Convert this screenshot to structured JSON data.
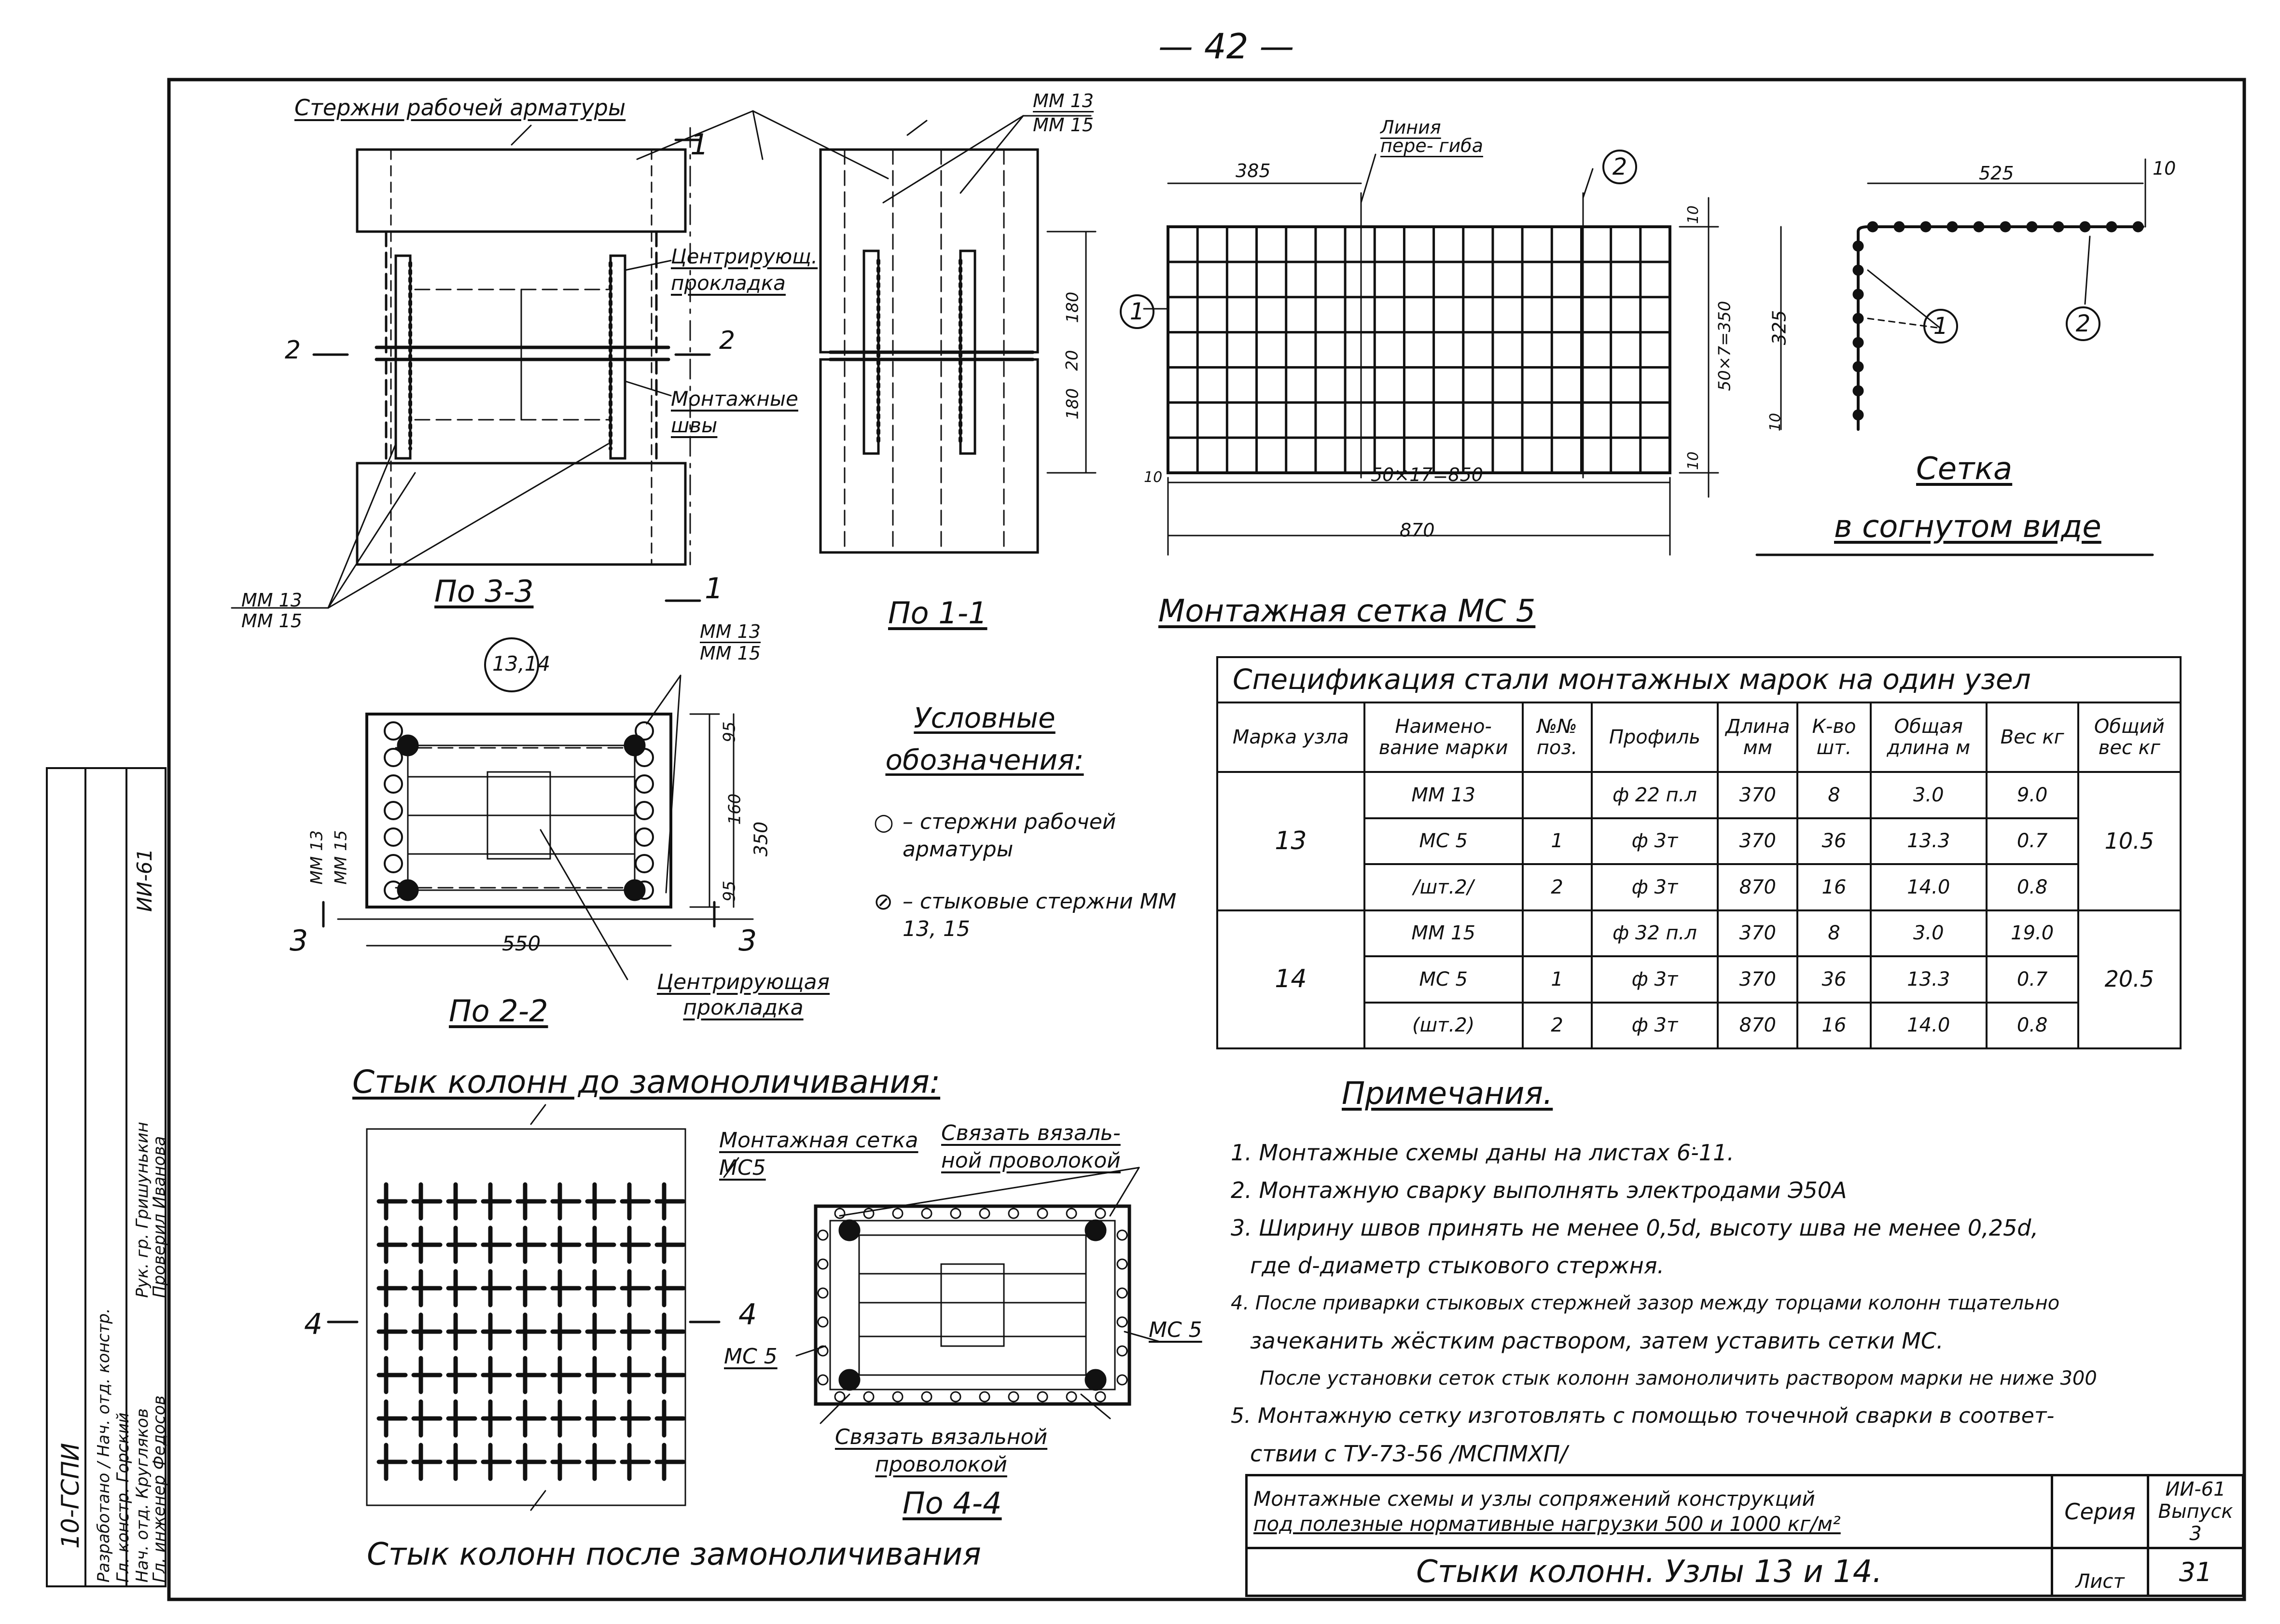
{
  "page_number": "— 42 —",
  "view_3_3": {
    "rebar_label": "Стержни рабочей арматуры",
    "centering_pad_label": "Центрирующ. прокладка",
    "welds_label": "Монтажные швы",
    "mark_mm13": "ММ 13",
    "mark_mm15": "ММ 15",
    "section_2_left": "2",
    "section_2_right": "2",
    "section_1_top": "1",
    "section_1_bottom": "1",
    "caption": "По 3-3"
  },
  "view_1_1": {
    "mark_mm13": "ММ 13",
    "mark_mm15": "ММ 15",
    "dim_180_top": "180",
    "dim_20": "20",
    "dim_180_bottom": "180",
    "caption": "По 1-1"
  },
  "mesh": {
    "bend_line_label": "Линия пере- гиба",
    "dim_385": "385",
    "dim_10_top": "10",
    "dim_350": "50×7=350",
    "dim_10_right": "10",
    "dim_10_left": "10",
    "dim_850": "50×17=850",
    "dim_870": "870",
    "pos_1": "1",
    "pos_2": "2",
    "caption": "Монтажная сетка МС 5"
  },
  "bent_mesh": {
    "dim_525": "525",
    "dim_10_top": "10",
    "dim_325": "325",
    "dim_10_bottom": "10",
    "pos_1": "1",
    "pos_2": "2",
    "caption_1": "Сетка",
    "caption_2": "в согнутом виде"
  },
  "view_2_2": {
    "circle_label": "13,14",
    "mark_mm13_top": "ММ 13",
    "mark_mm15_top": "ММ 15",
    "mark_mm13_left": "ММ 13",
    "mark_mm15_left": "ММ 15",
    "dim_95_top": "95",
    "dim_160": "160",
    "dim_95_bottom": "95",
    "dim_350": "350",
    "dim_550": "550",
    "section_3_left": "3",
    "section_3_right": "3",
    "centering_pad_label": "Центрирующая прокладка",
    "caption": "По 2-2"
  },
  "legend": {
    "title": "Условные обозначения:",
    "item_1_symbol": "○",
    "item_1": "– стержни рабочей арматуры",
    "item_2_symbol": "⊘",
    "item_2": "– стыковые стержни ММ 13, 15"
  },
  "spec_table": {
    "title": "Спецификация стали монтажных марок на один узел",
    "headers": [
      "Марка узла",
      "Наимено- вание марки",
      "№№ поз.",
      "Профиль",
      "Длина мм",
      "К-во шт.",
      "Общая длина м",
      "Вес кг",
      "Общий вес кг"
    ],
    "group_13": {
      "node": "13",
      "total": "10.5",
      "rows": [
        [
          "ММ 13",
          "",
          "ф 22 п.л",
          "370",
          "8",
          "3.0",
          "9.0"
        ],
        [
          "МС 5",
          "1",
          "ф 3т",
          "370",
          "36",
          "13.3",
          "0.7"
        ],
        [
          "/шт.2/",
          "2",
          "ф 3т",
          "870",
          "16",
          "14.0",
          "0.8"
        ]
      ]
    },
    "group_14": {
      "node": "14",
      "total": "20.5",
      "rows": [
        [
          "ММ 15",
          "",
          "ф 32 п.л",
          "370",
          "8",
          "3.0",
          "19.0"
        ],
        [
          "МС 5",
          "1",
          "ф 3т",
          "370",
          "36",
          "13.3",
          "0.7"
        ],
        [
          "(шт.2)",
          "2",
          "ф 3т",
          "870",
          "16",
          "14.0",
          "0.8"
        ]
      ]
    }
  },
  "joint_before": {
    "title": "Стык колонн до замоноличивания:",
    "mesh_label": "Монтажная сетка МС5",
    "tie_label_top": "Связать вязаль- ной проволокой",
    "tie_label_bottom": "Связать вязальной проволокой",
    "mc5_left": "МС 5",
    "mc5_right": "МС 5",
    "section_4_left": "4",
    "section_4_right": "4",
    "caption_4_4": "По 4-4"
  },
  "joint_after": {
    "title": "Стык колонн после замоноличивания"
  },
  "notes": {
    "title": "Примечания.",
    "items": [
      "1. Монтажные схемы даны на листах 6-11.",
      "2. Монтажную сварку выполнять электродами Э50А",
      "3. Ширину швов принять не менее 0,5d, высоту шва не менее 0,25d,",
      "где d-диаметр стыкового стержня.",
      "4. После приварки стыковых стержней зазор между торцами колонн тщательно",
      "зачеканить жёстким раствором, затем уставить сетки МС.",
      "После установки сеток стык колонн замоноличить раствором марки не ниже 300",
      "5. Монтажную сетку изготовлять с помощью точечной сварки в соответ-",
      "ствии с ТУ-73-56 /МСПМХП/"
    ]
  },
  "title_block": {
    "description_1": "Монтажные схемы и узлы сопряжений конструкций",
    "description_2": "под полезные нормативные нагрузки 500 и 1000 кг/м²",
    "series_label": "Серия",
    "series_value": "ИИ-61 Выпуск 3",
    "drawing_title": "Стыки колонн. Узлы 13 и 14.",
    "sheet_label": "Лист",
    "sheet_value": "31"
  },
  "side_stamp": {
    "org": "10-ГСПИ",
    "rows": [
      "Разработано / Нач. отд. констр.",
      "Гл. констр. Горский",
      "Нач. отд. Кругляков",
      "Гл. инженер Федосов",
      "Рук. гр. Гришунькин",
      "Проверил Иванова"
    ],
    "code": "ИИ-61"
  }
}
